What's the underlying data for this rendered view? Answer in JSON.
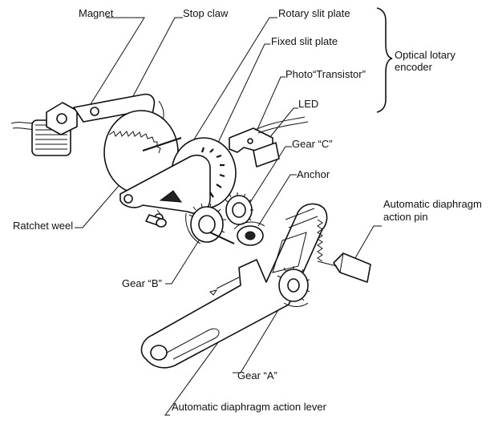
{
  "labels": {
    "magnet": "Magnet",
    "stop_claw": "Stop claw",
    "rotary_slit_plate": "Rotary slit plate",
    "fixed_slit_plate": "Fixed slit plate",
    "photo_transistor": "Photo“Transistor”",
    "led": "LED",
    "gear_c": "Gear “C”",
    "anchor": "Anchor",
    "ratchet_wheel": "Ratchet weel",
    "gear_b": "Gear “B”",
    "gear_a": "Gear “A”",
    "aperture_lever": "Automatic diaphragm action lever",
    "aperture_pin_line1": "Automatic diaphragm",
    "aperture_pin_line2": "action pin",
    "encoder_line1": "Optical lotary",
    "encoder_line2": "encoder"
  }
}
